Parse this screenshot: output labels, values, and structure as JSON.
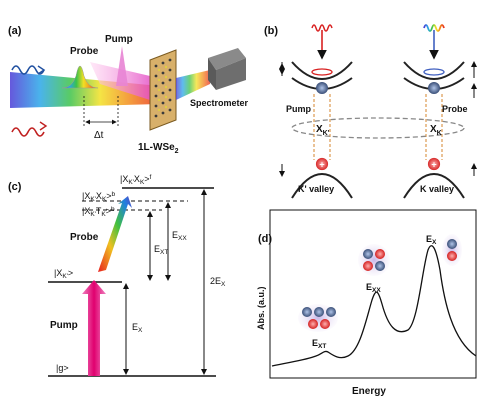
{
  "panel_a": {
    "label": "(a)",
    "probe": "Probe",
    "pump": "Pump",
    "delay": "Δt",
    "sample_main": "1L-WSe",
    "sample_sub": "2",
    "spectrometer": "Spectrometer"
  },
  "panel_b": {
    "label": "(b)",
    "pump": "Pump",
    "probe": "Probe",
    "exciton_left_main": "X",
    "exciton_left_sub": "K'",
    "exciton_right_main": "X",
    "exciton_right_sub": "K",
    "valley_left": "K' valley",
    "valley_right": "K valley"
  },
  "panel_c": {
    "label": "(c)",
    "level_ff": "|X",
    "level_ff_sub1": "K'",
    "level_ff_mid": "X",
    "level_ff_sub2": "K",
    "level_ff_end": ">",
    "level_ff_sup": "f",
    "level_xx": "|X",
    "level_xx_sub1": "K'",
    "level_xx_mid": "X",
    "level_xx_sub2": "K",
    "level_xx_end": ">",
    "level_xx_sup": "b",
    "level_xt": "|X",
    "level_xt_sub1": "K'",
    "level_xt_mid": "T",
    "level_xt_sub2": "K",
    "level_xt_end": ">",
    "level_xt_sup": "b",
    "level_x": "|X",
    "level_x_sub": "K'",
    "level_x_end": ">",
    "level_g": "|g>",
    "probe": "Probe",
    "pump": "Pump",
    "e_xt_main": "E",
    "e_xt_sub": "XT",
    "e_xx_main": "E",
    "e_xx_sub": "XX",
    "two_ex_main": "2E",
    "two_ex_sub": "X",
    "e_x_main": "E",
    "e_x_sub": "X",
    "colors": {
      "pump": "#e6007e",
      "probe": "#22a020"
    }
  },
  "panel_d": {
    "label": "(d)",
    "ylabel": "Abs. (a.u.)",
    "xlabel": "Energy",
    "peak_ext_main": "E",
    "peak_ext_sub": "XT",
    "peak_exx_main": "E",
    "peak_exx_sub": "XX",
    "peak_ex_main": "E",
    "peak_ex_sub": "X"
  }
}
